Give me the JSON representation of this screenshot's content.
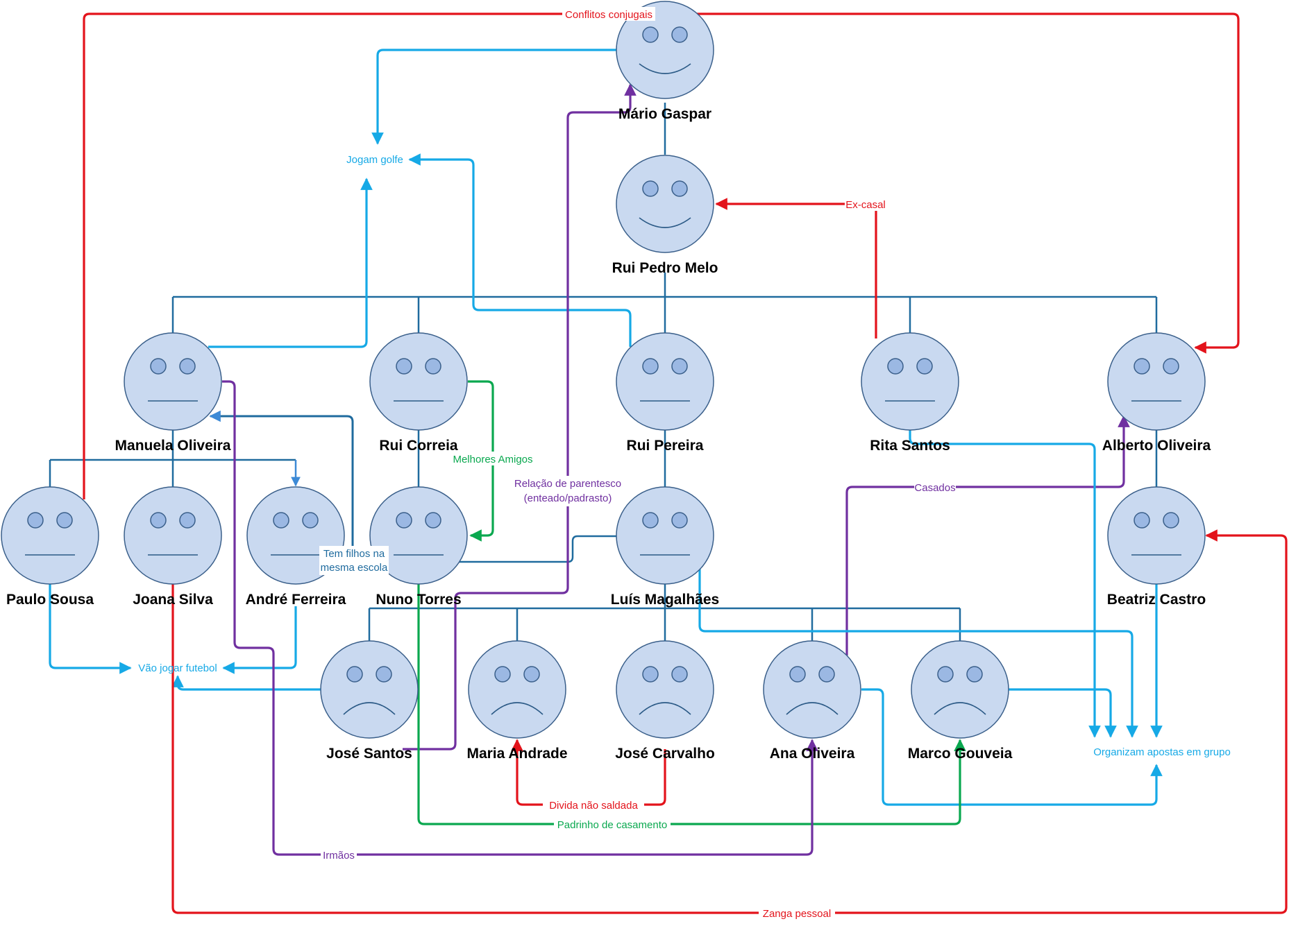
{
  "colors": {
    "tree": "#1f6b9e",
    "red": "#e3131b",
    "blue": "#16a9e6",
    "green": "#0aa84f",
    "purple": "#7030a0",
    "tree_light": "#3d8ad6"
  },
  "people": {
    "mario_gaspar": {
      "name": "Mário Gaspar",
      "mood": "happy"
    },
    "rui_pedro_melo": {
      "name": "Rui Pedro Melo",
      "mood": "happy"
    },
    "manuela_oliveira": {
      "name": "Manuela Oliveira",
      "mood": "neutral"
    },
    "rui_correia": {
      "name": "Rui Correia",
      "mood": "neutral"
    },
    "rui_pereira": {
      "name": "Rui Pereira",
      "mood": "neutral"
    },
    "rita_santos": {
      "name": "Rita Santos",
      "mood": "neutral"
    },
    "alberto_oliveira": {
      "name": "Alberto Oliveira",
      "mood": "neutral"
    },
    "paulo_sousa": {
      "name": "Paulo Sousa",
      "mood": "neutral"
    },
    "joana_silva": {
      "name": "Joana Silva",
      "mood": "neutral"
    },
    "andre_ferreira": {
      "name": "André Ferreira",
      "mood": "neutral"
    },
    "nuno_torres": {
      "name": "Nuno Torres",
      "mood": "neutral"
    },
    "luis_magalhaes": {
      "name": "Luís Magalhães",
      "mood": "neutral"
    },
    "beatriz_castro": {
      "name": "Beatriz Castro",
      "mood": "neutral"
    },
    "jose_santos": {
      "name": "José Santos",
      "mood": "sad"
    },
    "maria_andrade": {
      "name": "Maria Andrade",
      "mood": "sad"
    },
    "jose_carvalho": {
      "name": "José Carvalho",
      "mood": "sad"
    },
    "ana_oliveira": {
      "name": "Ana Oliveira",
      "mood": "sad"
    },
    "marco_gouveia": {
      "name": "Marco Gouveia",
      "mood": "sad"
    }
  },
  "relations": {
    "conflitos_conjugais": {
      "label": "Conflitos conjugais",
      "type": "red"
    },
    "jogam_golfe": {
      "label": "Jogam golfe",
      "type": "blue"
    },
    "ex_casal": {
      "label": "Ex-casal",
      "type": "red"
    },
    "melhores_amigos": {
      "label": "Melhores Amigos",
      "type": "green"
    },
    "relacao_parentesco": {
      "label": "Relação de parentesco",
      "label2": "(enteado/padrasto)",
      "type": "purple"
    },
    "casados": {
      "label": "Casados",
      "type": "purple"
    },
    "tem_filhos": {
      "label": "Tem filhos na",
      "label2": "mesma escola",
      "type": "tree"
    },
    "vao_jogar_futebol": {
      "label": "Vão jogar futebol",
      "type": "blue"
    },
    "organizam_apostas": {
      "label": "Organizam apostas em grupo",
      "type": "blue"
    },
    "divida": {
      "label": "Divida não saldada",
      "type": "red"
    },
    "padrinho": {
      "label": "Padrinho de casamento",
      "type": "green"
    },
    "irmaos": {
      "label": "Irmãos",
      "type": "purple"
    },
    "zanga_pessoal": {
      "label": "Zanga pessoal",
      "type": "red"
    }
  }
}
